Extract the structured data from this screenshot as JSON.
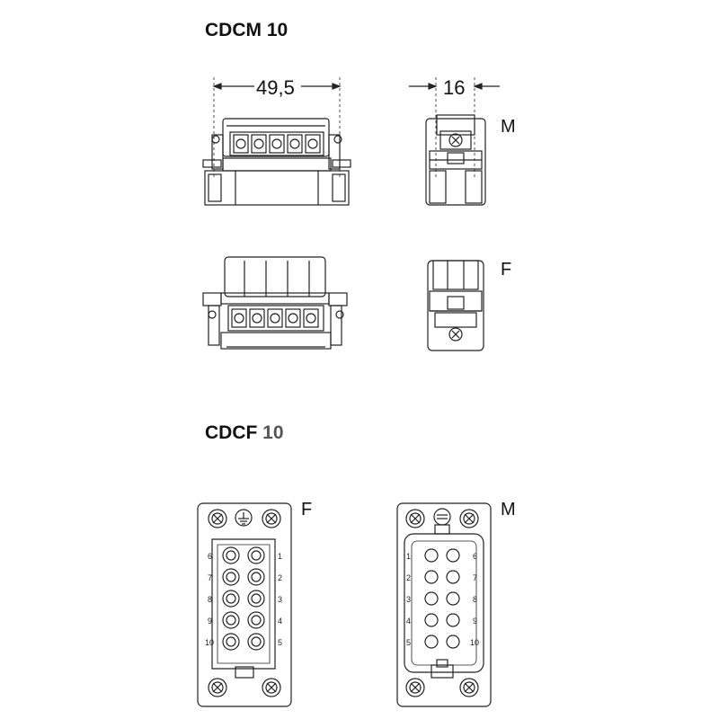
{
  "titles": {
    "cdcm": {
      "prefix": "CDCM",
      "number": "10"
    },
    "cdcf": {
      "prefix": "CDCF",
      "number": "10"
    }
  },
  "dimensions": {
    "width": "49,5",
    "depth": "16"
  },
  "view_tags": {
    "top_side": "M",
    "mid_side": "F",
    "face_left": "F",
    "face_right": "M"
  },
  "pins": {
    "female_left": [
      "6",
      "7",
      "8",
      "9",
      "10"
    ],
    "female_right": [
      "1",
      "2",
      "3",
      "4",
      "5"
    ],
    "male_left": [
      "1",
      "2",
      "3",
      "4",
      "5"
    ],
    "male_right": [
      "6",
      "7",
      "8",
      "9",
      "10"
    ]
  }
}
